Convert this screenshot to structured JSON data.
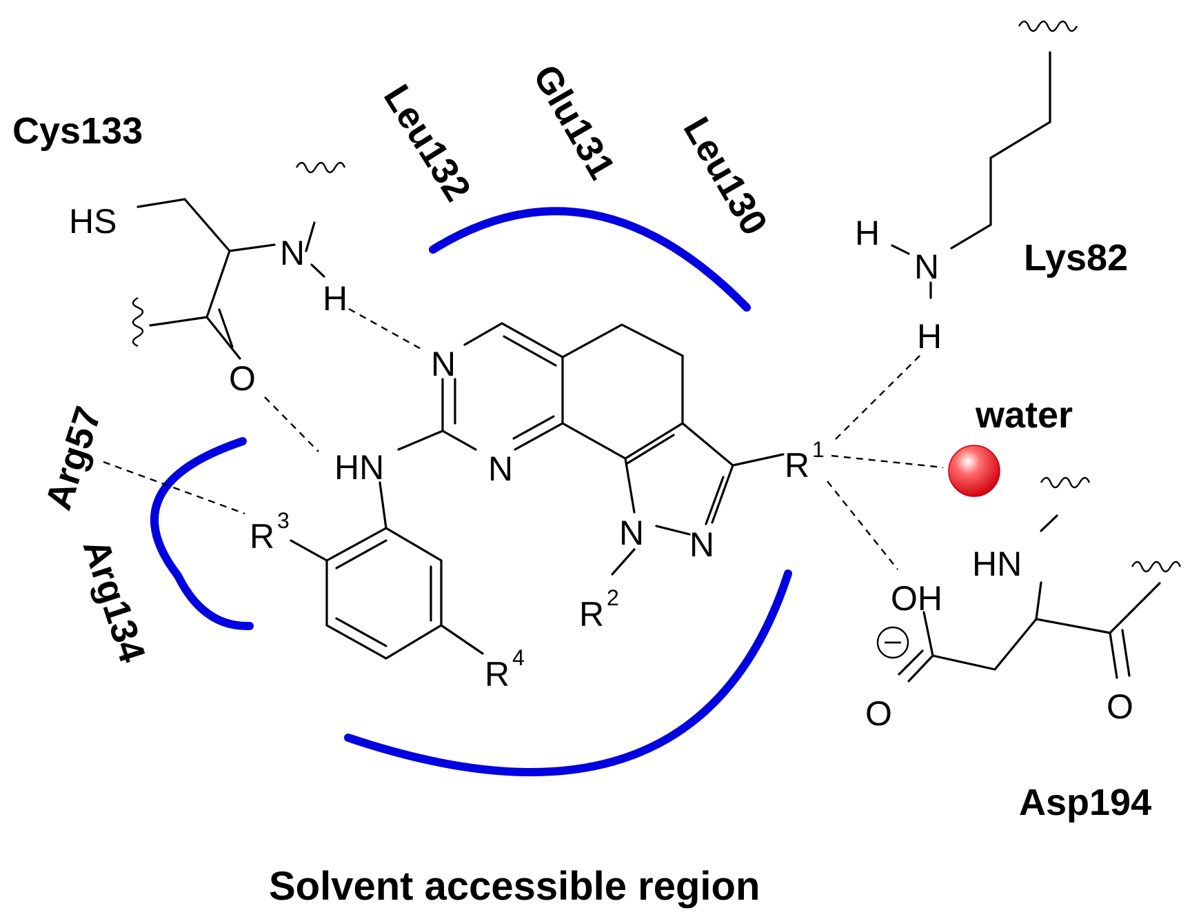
{
  "residues": {
    "cys133": "Cys133",
    "leu132": "Leu132",
    "glu131": "Glu131",
    "leu130": "Leu130",
    "lys82": "Lys82",
    "arg57": "Arg57",
    "arg134": "Arg134",
    "asp194": "Asp194",
    "water": "water"
  },
  "caption": "Solvent accessible region",
  "atoms": {
    "hs": "HS",
    "n": "N",
    "h": "H",
    "o": "O",
    "hn": "HN",
    "oh": "OH",
    "r": "R",
    "r1_sup": "1",
    "r2_sup": "2",
    "r3_sup": "3",
    "r4_sup": "4",
    "minus": "−"
  },
  "colors": {
    "pocket_arc": "#0000e0",
    "water_sphere": "#e8141c"
  }
}
